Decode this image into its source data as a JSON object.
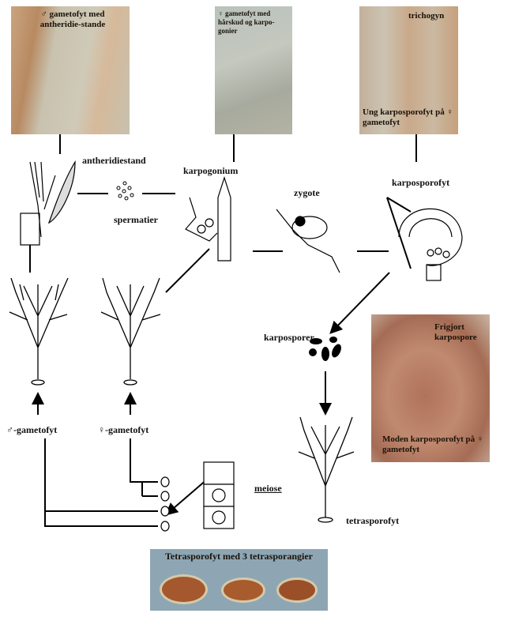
{
  "photos": {
    "male": "♂ gametofyt med antheridie-stande",
    "female": "♀ gametofyt med hårskud og karpo-gonier",
    "carpo_top": "trichogyn",
    "carpo_bottom": "Ung karposporofyt på ♀ gametofyt",
    "mature_top": "Frigjort karpospore",
    "mature_bottom": "Moden karposporofyt på ♀ gametofyt",
    "tetra": "Tetrasporofyt med 3 tetrasporangier"
  },
  "labels": {
    "antheridiestand": "antheridiestand",
    "spermatier": "spermatier",
    "karpogonium": "karpogonium",
    "zygote": "zygote",
    "karposporofyt": "karposporofyt",
    "karposporer": "karposporer",
    "male_gametofyt": "♂-gametofyt",
    "female_gametofyt": "♀-gametofyt",
    "meiose": "meiose",
    "tetrasporofyt": "tetrasporofyt"
  }
}
